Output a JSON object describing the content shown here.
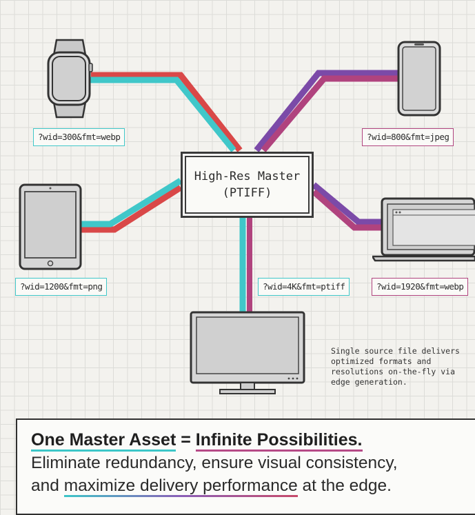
{
  "master": {
    "line1": "High-Res Master",
    "line2": "(PTIFF)"
  },
  "devices": {
    "watch": {
      "tag": "?wid=300&fmt=webp",
      "icon": "smartwatch-icon"
    },
    "phone": {
      "tag": "?wid=800&fmt=jpeg",
      "icon": "smartphone-icon"
    },
    "tablet": {
      "tag": "?wid=1200&fmt=png",
      "icon": "tablet-icon"
    },
    "laptop": {
      "tag": "?wid=1920&fmt=webp",
      "icon": "laptop-icon"
    },
    "monitor": {
      "tag": "?wid=4K&fmt=ptiff",
      "icon": "monitor-icon"
    }
  },
  "note": {
    "lines": [
      "Single source file delivers",
      "optimized formats and",
      "resolutions on-the-fly via",
      "edge generation."
    ]
  },
  "banner": {
    "headline_part1": "One Master Asset",
    "headline_eq": " = ",
    "headline_part2": "Infinite Possibilities.",
    "line2_a": "Eliminate redundancy, ensure visual consistency,",
    "line3_pre": "and ",
    "line3_highlight": "maximize delivery performance",
    "line3_post": " at the edge."
  },
  "colors": {
    "cyan": "#40c7c9",
    "magenta": "#b0437e",
    "red": "#d94848",
    "purple": "#7b4aa8"
  }
}
